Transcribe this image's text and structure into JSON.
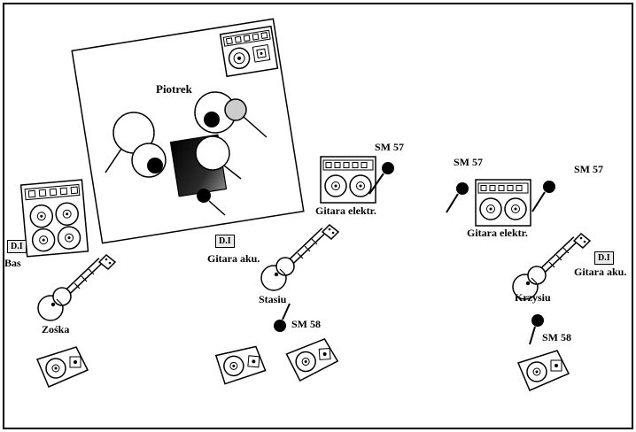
{
  "people": {
    "drummer": "Piotrek",
    "bassist": "Zośka",
    "guitarist_center": "Stasiu",
    "guitarist_right": "Krzysiu"
  },
  "labels": {
    "di": "D.I",
    "bass": "Bas",
    "acoustic_guitar": "Gitara aku.",
    "electric_guitar": "Gitara elektr.",
    "sm57": "SM 57",
    "sm58": "SM 58"
  },
  "equipment_icons": [
    "drum-riser",
    "drum-kit",
    "drummer-amp",
    "bass-amp",
    "electric-guitar-amp",
    "electric-guitar",
    "wedge-monitor",
    "microphone",
    "di-box"
  ],
  "colors": {
    "ink": "#000000",
    "paper": "#ffffff",
    "bass_drum_dark": "#1a1a1a",
    "cymbal_gray": "#cccccc"
  }
}
